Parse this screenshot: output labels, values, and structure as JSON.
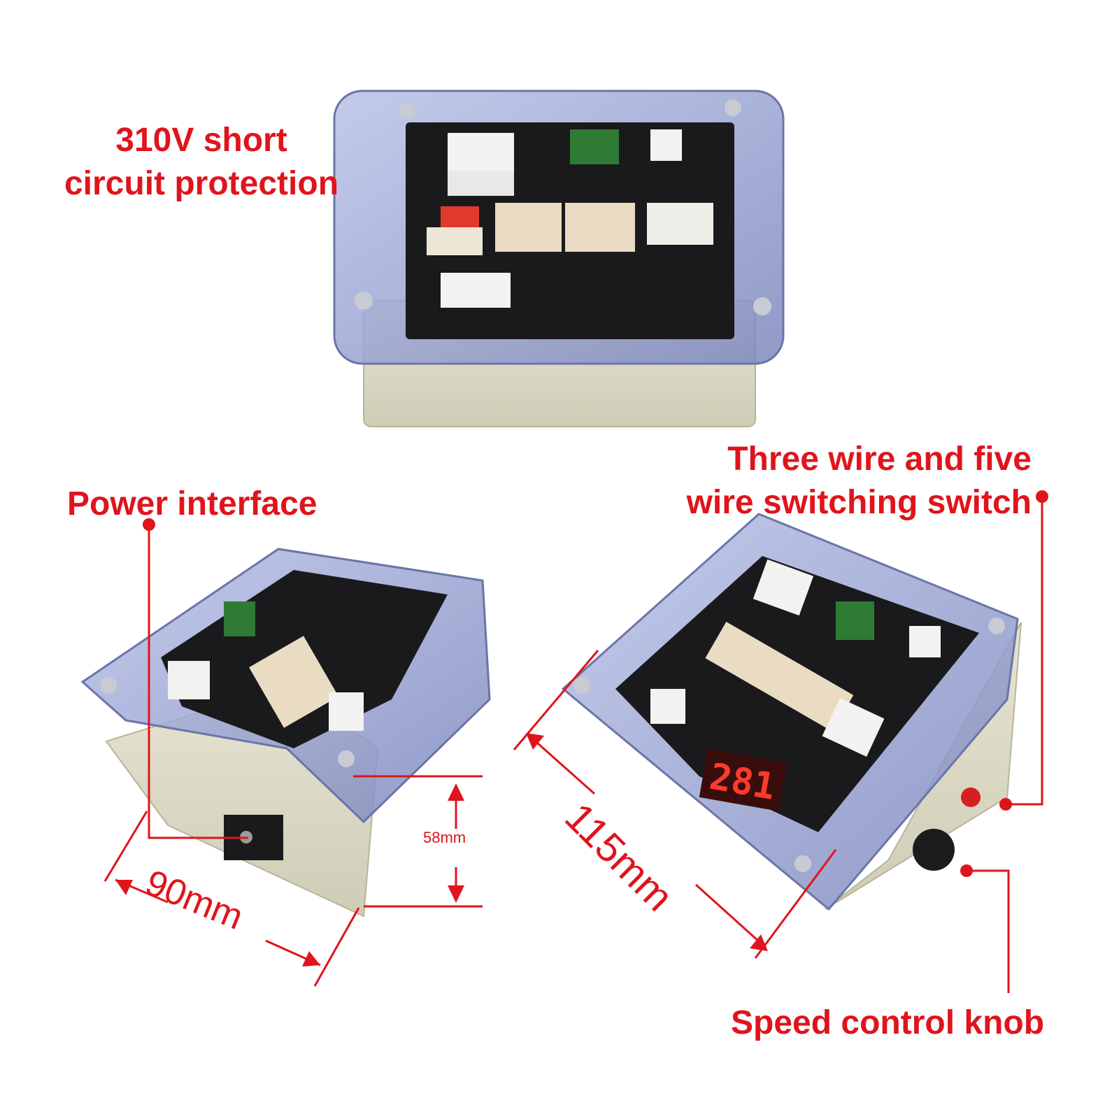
{
  "callouts": {
    "short_circuit": [
      "310V short",
      "circuit protection"
    ],
    "power_interface": "Power interface",
    "switch": [
      "Three wire and five",
      "wire switching switch"
    ],
    "speed_knob": "Speed control knob"
  },
  "dimensions": {
    "height": "58mm",
    "width": "90mm",
    "length": "115mm"
  },
  "display": {
    "digits": "281"
  },
  "colors": {
    "callout_red": "#e0141c",
    "pcb": "#1a1a1c",
    "enclosure": "#d9d7c4",
    "lid": "#9aa6d2"
  }
}
